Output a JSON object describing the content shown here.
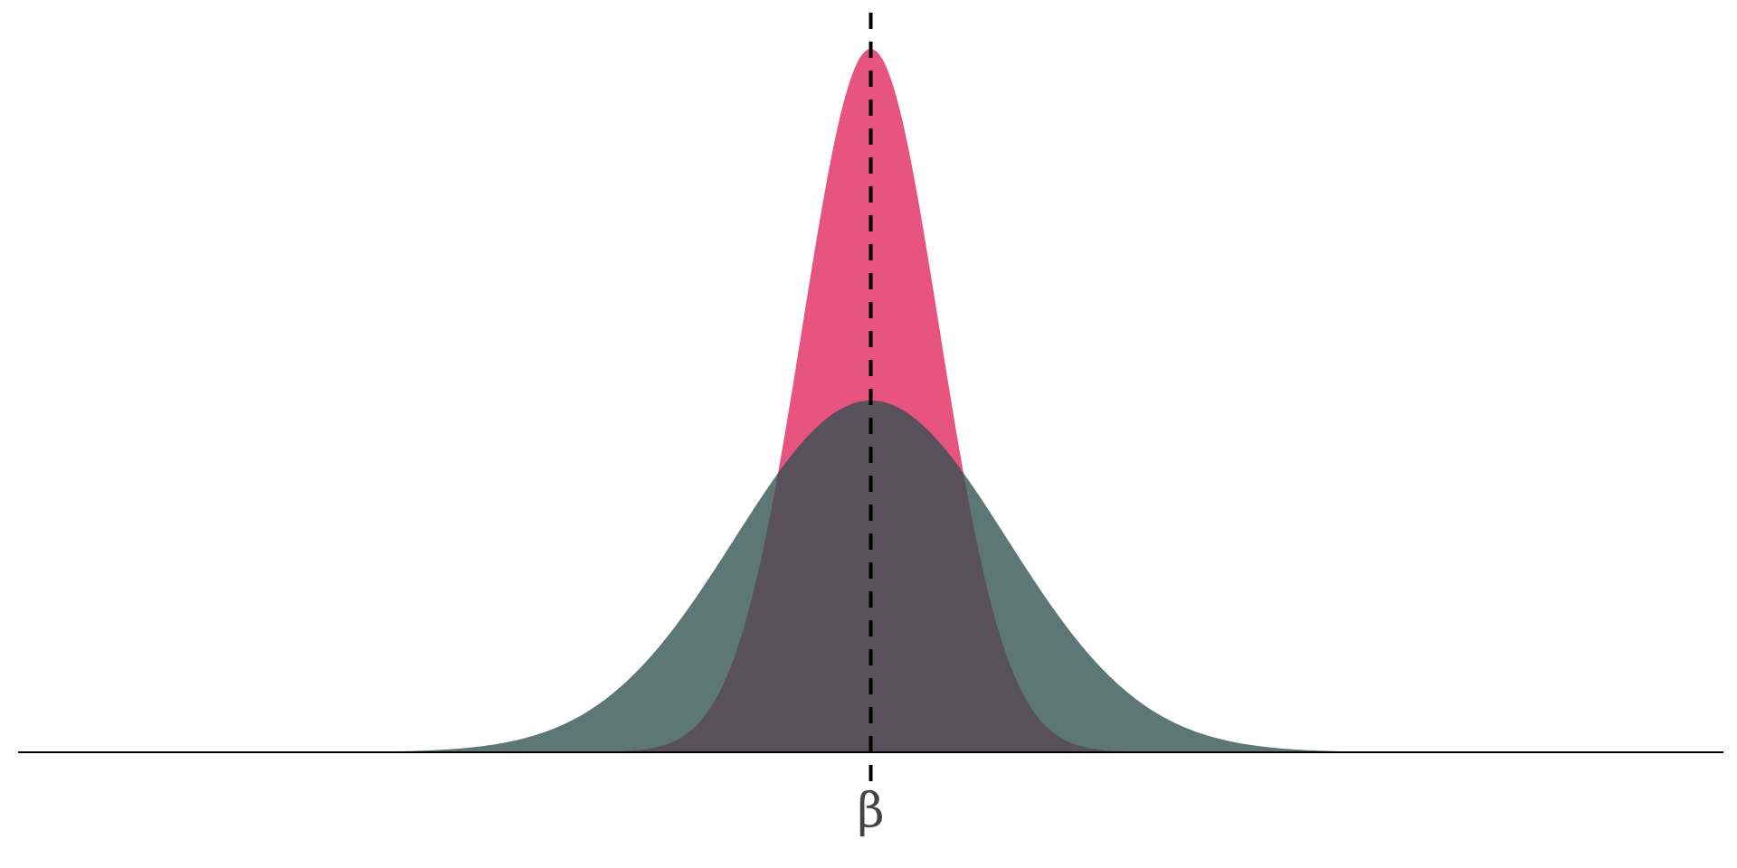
{
  "chart_data": {
    "type": "area",
    "title": "",
    "xlabel": "",
    "ylabel": "",
    "grid": false,
    "legend": "none",
    "x_range": [
      -5,
      5
    ],
    "y_range": [
      0,
      1.0
    ],
    "series": [
      {
        "distribution": "normal",
        "mean": 0,
        "sd": 0.4,
        "peak_density": 0.997,
        "fill": "#e75480",
        "fill_opacity": 1.0
      },
      {
        "distribution": "normal",
        "mean": 0,
        "sd": 0.8,
        "peak_density": 0.499,
        "fill": "#2f4f4f",
        "fill_opacity": 0.78
      }
    ],
    "reference_line": {
      "x": 0,
      "style": "dashed",
      "color": "#000000"
    },
    "x_ticks": [
      {
        "value": 0,
        "label": "β"
      }
    ]
  }
}
